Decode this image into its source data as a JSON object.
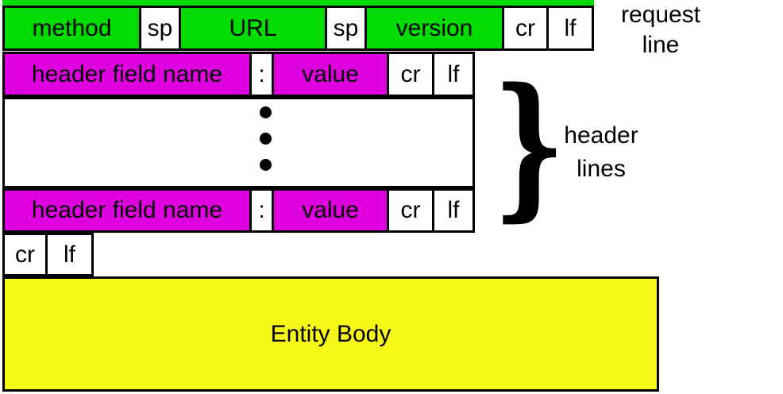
{
  "diagram": {
    "request_line": {
      "cells": [
        {
          "label": "method",
          "bg": "green"
        },
        {
          "label": "sp",
          "bg": "white"
        },
        {
          "label": "URL",
          "bg": "green"
        },
        {
          "label": "sp",
          "bg": "white"
        },
        {
          "label": "version",
          "bg": "green"
        },
        {
          "label": "cr",
          "bg": "white"
        },
        {
          "label": "lf",
          "bg": "white"
        }
      ]
    },
    "header_line": {
      "cells": [
        {
          "label": "header field name",
          "bg": "magenta"
        },
        {
          "label": ":",
          "bg": "white"
        },
        {
          "label": "value",
          "bg": "magenta"
        },
        {
          "label": "cr",
          "bg": "white"
        },
        {
          "label": "lf",
          "bg": "white"
        }
      ]
    },
    "blank_line": {
      "cells": [
        {
          "label": "cr",
          "bg": "white"
        },
        {
          "label": "lf",
          "bg": "white"
        }
      ]
    },
    "entity_body": {
      "label": "Entity Body"
    },
    "annotations": {
      "request_line": "request\nline",
      "header_lines": "header\nlines"
    },
    "brace_glyph": "}"
  },
  "colors": {
    "green": "#00dc00",
    "magenta": "#de00de",
    "yellow": "#f7f718",
    "border": "#000000",
    "text": "#000000"
  }
}
